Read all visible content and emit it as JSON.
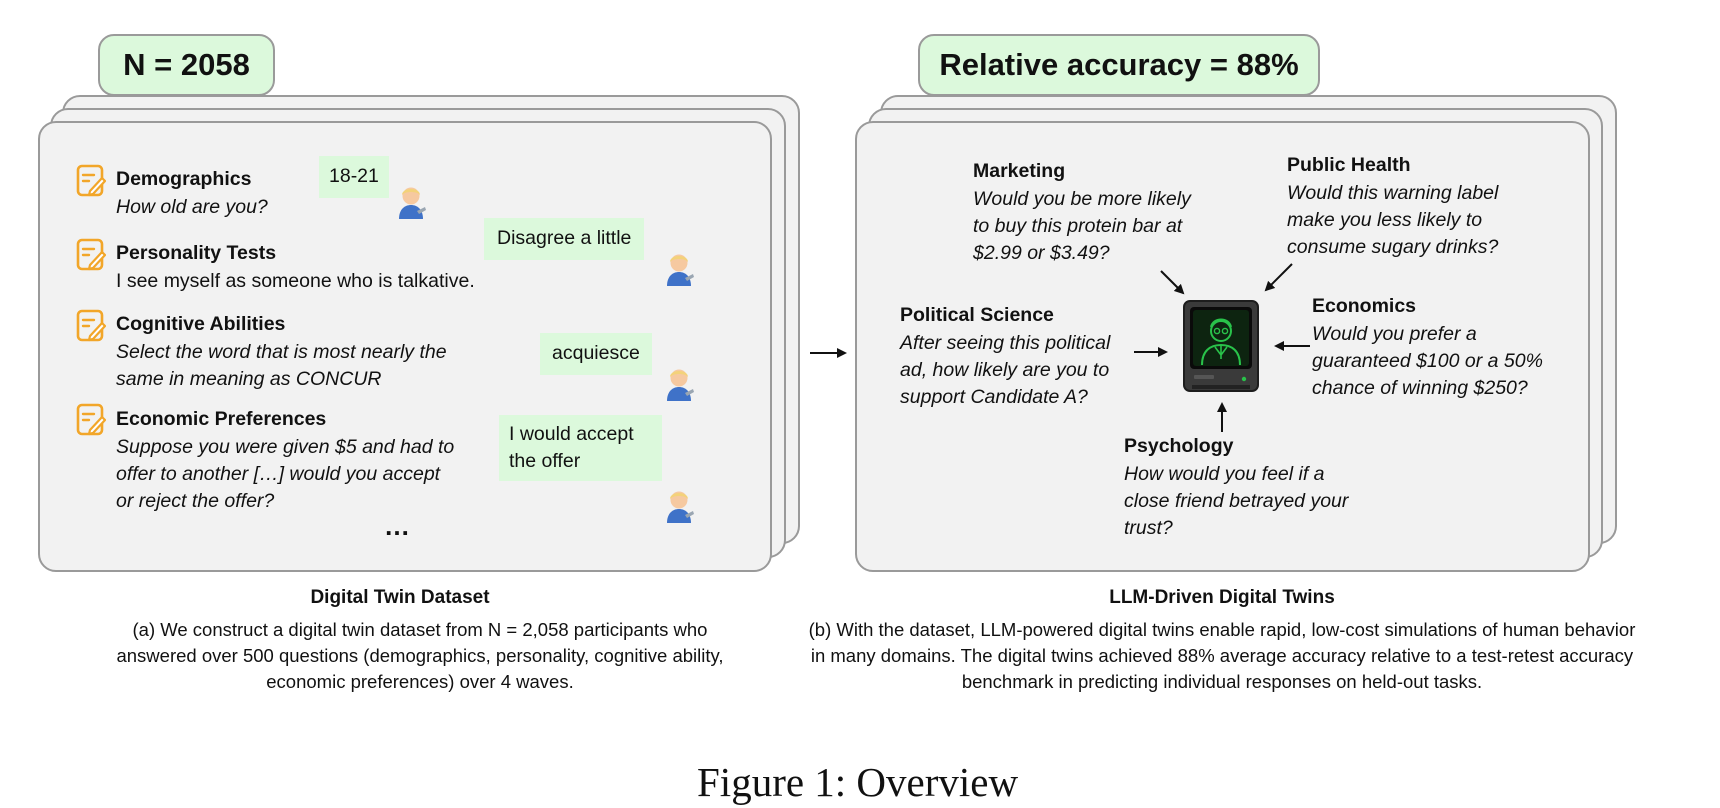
{
  "left_panel": {
    "badge": "N = 2058",
    "questions": [
      {
        "title": "Demographics",
        "text": "How old are you?",
        "answer": "18-21"
      },
      {
        "title": "Personality Tests",
        "text": "I see myself as someone who is talkative.",
        "answer": "Disagree a little"
      },
      {
        "title": "Cognitive Abilities",
        "text": "Select the word that is most nearly the same in meaning as CONCUR",
        "answer": "acquiesce"
      },
      {
        "title": "Economic Preferences",
        "text": "Suppose you were given $5 and had to offer to another […] would you accept or reject the offer?",
        "answer": "I would accept the offer"
      }
    ],
    "ellipsis": "…",
    "caption_title": "Digital Twin Dataset",
    "caption": "(a) We construct a digital twin dataset from N = 2,058 participants who answered over 500 questions (demographics, personality, cognitive ability, economic preferences) over 4 waves."
  },
  "right_panel": {
    "badge": "Relative accuracy = 88%",
    "domains": {
      "marketing": {
        "title": "Marketing",
        "text": "Would you be more likely to buy this protein bar at $2.99 or $3.49?"
      },
      "public_health": {
        "title": "Public Health",
        "text": "Would this warning label make you less likely to consume sugary drinks?"
      },
      "political_science": {
        "title": "Political Science",
        "text": "After seeing this political ad, how likely are you to support Candidate A?"
      },
      "economics": {
        "title": "Economics",
        "text": "Would you prefer a guaranteed $100 or a 50% chance of winning $250?"
      },
      "psychology": {
        "title": "Psychology",
        "text": "How would you feel if a close friend betrayed your trust?"
      }
    },
    "caption_title": "LLM-Driven Digital Twins",
    "caption": "(b) With the dataset, LLM-powered digital twins enable rapid, low-cost simulations of human behavior in many domains. The digital twins achieved 88% average accuracy relative to a test-retest accuracy benchmark in predicting individual responses on held-out tasks."
  },
  "figure_caption": "Figure 1: Overview",
  "icons": {
    "question": "note-pencil-icon",
    "respondent": "person-icon",
    "twin": "computer-monitor-icon"
  },
  "colors": {
    "badge_fill": "#dcf9dc",
    "answer_fill": "#dcf9dc",
    "card_fill": "#f2f2f2",
    "note_icon": "#f2a629",
    "screen_glow": "#29c24a"
  }
}
